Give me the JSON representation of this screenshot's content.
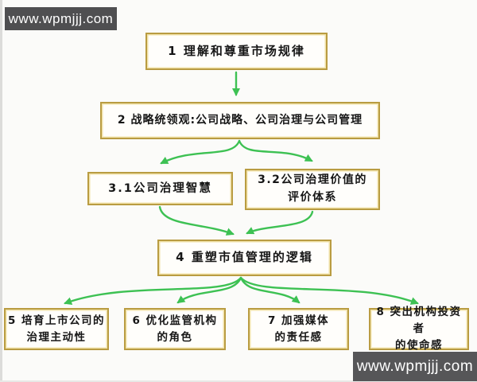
{
  "watermark": {
    "top_left": "www.wpmjjj.com",
    "bottom_right": "www.wpmjjj.com"
  },
  "flow": {
    "n1": {
      "label": "1 理解和尊重市场规律"
    },
    "n2": {
      "label": "2 战略统领观:公司战略、公司治理与公司管理"
    },
    "n31": {
      "label": "3.1公司治理智慧"
    },
    "n32": {
      "line1": "3.2公司治理价值的",
      "line2": "评价体系"
    },
    "n4": {
      "label": "4 重塑市值管理的逻辑"
    },
    "n5": {
      "line1": "5 培育上市公司的",
      "line2": "治理主动性"
    },
    "n6": {
      "line1": "6 优化监管机构",
      "line2": "的角色"
    },
    "n7": {
      "line1": "7 加强媒体",
      "line2": "的责任感"
    },
    "n8": {
      "line1": "8 突出机构投资者",
      "line2": "的使命感"
    }
  },
  "colors": {
    "arrow_green": "#3dc153",
    "box_border_gold": "#b99c42",
    "box_inner_highlight": "#f1e2a9",
    "box_background": "#fffefb",
    "canvas_background": "#fbfbf9",
    "watermark_background": "#4f4f51",
    "watermark_text": "#ffffff",
    "text": "#161616"
  }
}
